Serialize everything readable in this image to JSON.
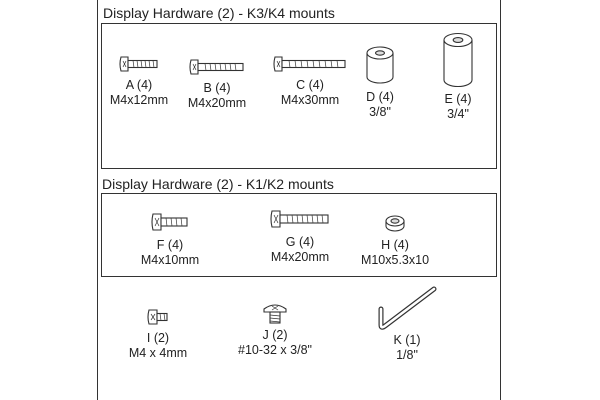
{
  "sections": [
    {
      "heading": "Display Hardware (2) - K3/K4 mounts",
      "parts": [
        {
          "id": "A (4)",
          "spec": "M4x12mm",
          "icon": "screw-icon"
        },
        {
          "id": "B (4)",
          "spec": "M4x20mm",
          "icon": "screw-icon"
        },
        {
          "id": "C (4)",
          "spec": "M4x30mm",
          "icon": "screw-icon"
        },
        {
          "id": "D (4)",
          "spec": "3/8\"",
          "icon": "spacer-icon"
        },
        {
          "id": "E (4)",
          "spec": "3/4\"",
          "icon": "spacer-icon"
        }
      ]
    },
    {
      "heading": "Display Hardware (2) - K1/K2 mounts",
      "parts": [
        {
          "id": "F (4)",
          "spec": "M4x10mm",
          "icon": "screw-icon"
        },
        {
          "id": "G (4)",
          "spec": "M4x20mm",
          "icon": "screw-icon"
        },
        {
          "id": "H (4)",
          "spec": "M10x5.3x10",
          "icon": "washer-icon"
        }
      ]
    }
  ],
  "loose_parts": [
    {
      "id": "I (2)",
      "spec": "M4 x 4mm",
      "icon": "screw-icon"
    },
    {
      "id": "J (2)",
      "spec": "#10-32 x 3/8\"",
      "icon": "screw-icon"
    },
    {
      "id": "K (1)",
      "spec": "1/8\"",
      "icon": "hex-key-icon"
    }
  ]
}
